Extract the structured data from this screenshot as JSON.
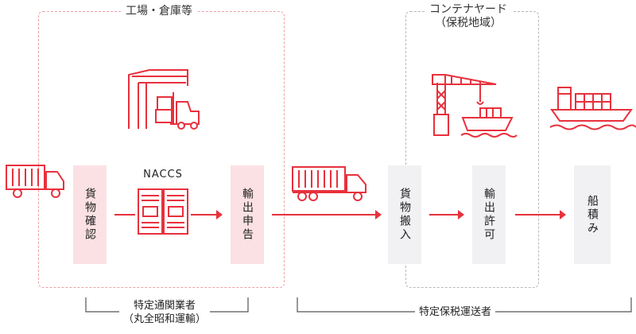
{
  "regions": {
    "factory": {
      "label": "工場・倉庫等"
    },
    "container_yard": {
      "label": "コンテナヤード",
      "sublabel": "（保税地域）"
    }
  },
  "steps": {
    "cargo_check": "貨物確認",
    "naccs": "NACCS",
    "export_declaration": "輸出申告",
    "cargo_carry_in": "貨物搬入",
    "export_permit": "輸出許可",
    "shipment": "船積み"
  },
  "brackets": {
    "customs_broker": {
      "label": "特定通関業者",
      "sublabel": "（丸全昭和運輸）"
    },
    "bonded_carrier": {
      "label": "特定保税運送者"
    }
  },
  "icons": [
    "truck-icon",
    "warehouse-forklift-icon",
    "naccs-server-icon",
    "container-truck-icon",
    "crane-ship-icon",
    "container-ship-icon"
  ],
  "colors": {
    "accent": "#e8313d",
    "pink_box": "#fbe1e3",
    "gray_box": "#f1f1f3",
    "pink_dash": "#f0a0a8",
    "gray_dash": "#b8b8b8"
  }
}
